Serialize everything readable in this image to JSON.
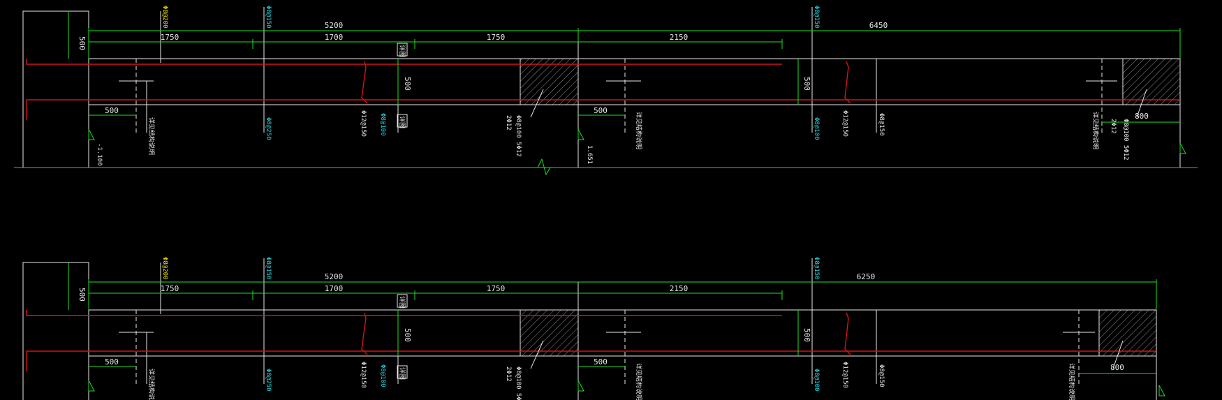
{
  "drawing": {
    "colors": {
      "background": "#000000",
      "outline": "#e8e8e8",
      "dimension": "#1fe01f",
      "rebar": "#d41414",
      "axis_text": "#20d8e0",
      "highlight_text": "#f0e000"
    },
    "upper": {
      "dims_top": [
        "5200",
        "6450"
      ],
      "dims_second": [
        "1750",
        "1700",
        "1750",
        "2150"
      ],
      "dim_height": "500",
      "dim_mid_height": "500",
      "dim_bottom_left": "500",
      "dim_bottom_mid": "500",
      "dim_right_note": "800",
      "level_mark_left": "-1.100",
      "level_mark_mid": "1.651"
    },
    "lower": {
      "dims_top": [
        "5200",
        "6250"
      ],
      "dims_second": [
        "1750",
        "1700",
        "1750",
        "2150"
      ],
      "dim_height": "500",
      "dim_mid_height": "500",
      "dim_bottom_left": "500",
      "dim_bottom_mid": "500",
      "dim_right_note": "800"
    },
    "labels": {
      "axis_a": "Φ8@150",
      "axis_b": "Φ8@200",
      "axis_c": "Φ12@150",
      "axis_d": "Φ8@250",
      "stirrup": "Φ8@100",
      "rebar_note": "2Φ12",
      "slab_note": "Φ8@100 5Φ12",
      "tag_box": "详图",
      "text_stamp": "详见结构说明"
    }
  }
}
